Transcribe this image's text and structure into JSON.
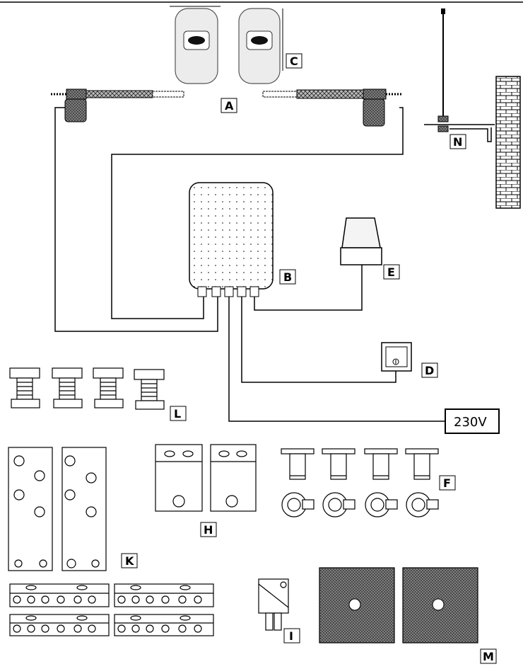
{
  "labels": {
    "A": "A",
    "B": "B",
    "C": "C",
    "D": "D",
    "E": "E",
    "F": "F",
    "H": "H",
    "I": "I",
    "K": "K",
    "L": "L",
    "M": "M",
    "N": "N"
  },
  "voltage_label": "230V",
  "colors": {
    "line": "#000000",
    "fill_light": "#f0f0f0",
    "wall": "#ffffff"
  }
}
